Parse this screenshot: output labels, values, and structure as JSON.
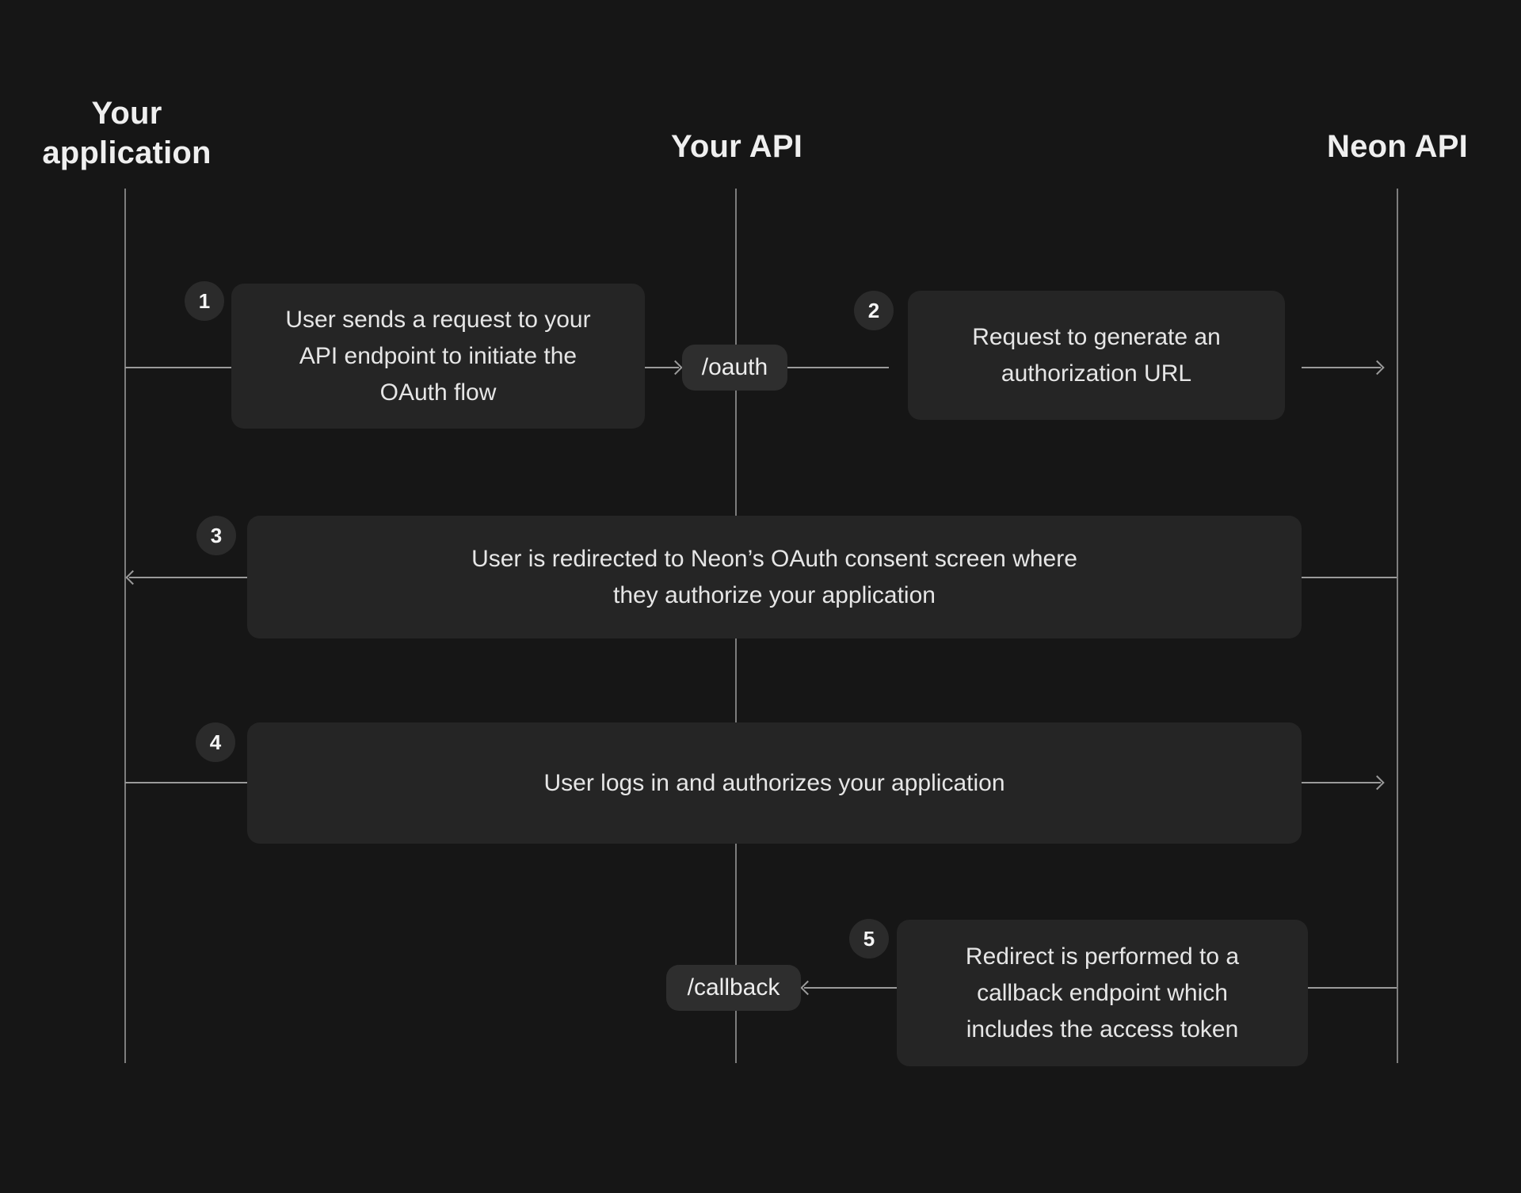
{
  "diagram": {
    "lanes": [
      {
        "id": "your-application",
        "label": "Your\napplication"
      },
      {
        "id": "your-api",
        "label": "Your API"
      },
      {
        "id": "neon-api",
        "label": "Neon API"
      }
    ],
    "steps": [
      {
        "number": "1",
        "text": "User sends a request to your\nAPI endpoint to initiate the\nOAuth flow"
      },
      {
        "number": "2",
        "text": "Request to generate an\nauthorization URL"
      },
      {
        "number": "3",
        "text": "User is redirected to Neon’s OAuth consent screen where\nthey authorize your application"
      },
      {
        "number": "4",
        "text": "User logs in and authorizes your application"
      },
      {
        "number": "5",
        "text": "Redirect is performed to a\ncallback endpoint which\nincludes the access token"
      }
    ],
    "endpoints": [
      {
        "label": "/oauth"
      },
      {
        "label": "/callback"
      }
    ],
    "colors": {
      "background": "#161616",
      "box": "#252525",
      "badge": "#2b2b2b",
      "endpoint": "#2e2e2e",
      "text": "#e6e6e6",
      "heading": "#efefef",
      "connector": "#9a9a9a",
      "lifeline": "#7d7d7d"
    }
  }
}
